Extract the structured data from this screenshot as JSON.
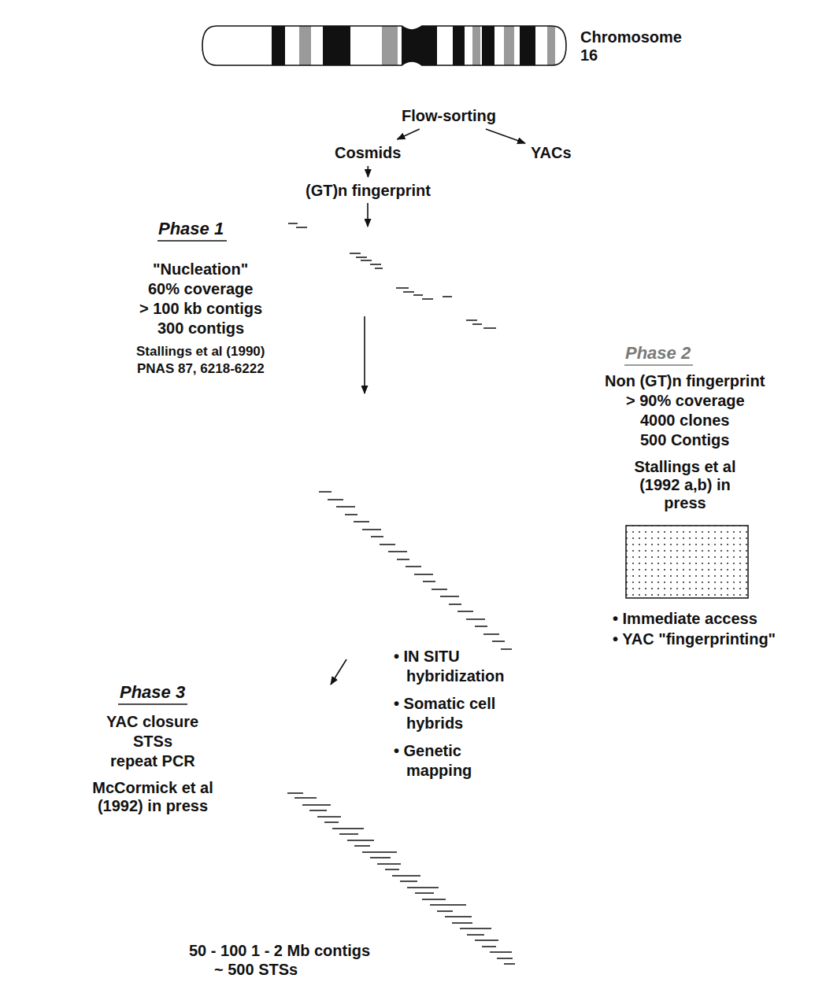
{
  "diagram": {
    "nodes": [
      {
        "text": [
          "Chromosome 16"
        ]
      },
      {
        "text": [
          "Flow-sorting"
        ]
      },
      {
        "text": [
          "Cosmids"
        ]
      },
      {
        "text": [
          "YACs"
        ]
      },
      {
        "text": [
          "(GT)n fingerprint"
        ]
      }
    ],
    "edges": [
      {
        "from": 1,
        "to": 2,
        "arrow": "to"
      },
      {
        "from": 1,
        "to": 3,
        "arrow": "to"
      },
      {
        "from": 2,
        "to": 4,
        "arrow": "to"
      }
    ],
    "labels": [
      "Phase 1",
      "\"Nucleation\"",
      "60% coverage",
      "> 100 kb contigs",
      "300 contigs",
      "Stallings et al (1990)",
      "PNAS 87, 6218-6222",
      "Phase 2",
      "Non (GT)n fingerprint",
      "> 90% coverage",
      "4000 clones",
      "500 Contigs",
      "Stallings et al (1992 a,b) in press",
      "• Immediate access",
      "• YAC \"fingerprinting\"",
      "Phase 3",
      "YAC closure",
      "STSs",
      "repeat PCR",
      "McCormick et al (1992) in press",
      "• IN SITU hybridization",
      "• Somatic cell hybrids",
      "• Genetic mapping",
      "50 - 100 1 - 2 Mb contigs",
      "~ 500 STSs"
    ]
  }
}
